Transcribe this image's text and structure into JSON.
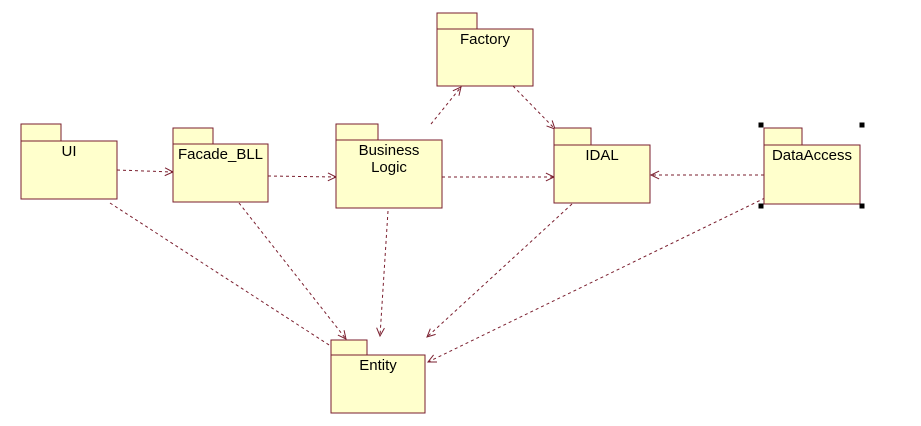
{
  "diagram": {
    "colors": {
      "package_fill": "#ffffcc",
      "stroke": "#7a1e2e",
      "text": "#000000",
      "selection_handle": "#000000"
    },
    "packages": [
      {
        "id": "ui",
        "label_lines": [
          "UI"
        ]
      },
      {
        "id": "facade_bll",
        "label_lines": [
          "Facade_BLL"
        ]
      },
      {
        "id": "business_logic",
        "label_lines": [
          "Business",
          "Logic"
        ]
      },
      {
        "id": "factory",
        "label_lines": [
          "Factory"
        ]
      },
      {
        "id": "idal",
        "label_lines": [
          "IDAL"
        ]
      },
      {
        "id": "data_access",
        "label_lines": [
          "DataAccess"
        ],
        "selected": true
      },
      {
        "id": "entity",
        "label_lines": [
          "Entity"
        ]
      }
    ],
    "dependencies": [
      {
        "from": "ui",
        "to": "facade_bll"
      },
      {
        "from": "facade_bll",
        "to": "business_logic"
      },
      {
        "from": "business_logic",
        "to": "idal"
      },
      {
        "from": "business_logic",
        "to": "factory"
      },
      {
        "from": "factory",
        "to": "idal"
      },
      {
        "from": "data_access",
        "to": "idal"
      },
      {
        "from": "ui",
        "to": "entity"
      },
      {
        "from": "facade_bll",
        "to": "entity"
      },
      {
        "from": "business_logic",
        "to": "entity"
      },
      {
        "from": "idal",
        "to": "entity"
      },
      {
        "from": "data_access",
        "to": "entity"
      }
    ]
  }
}
